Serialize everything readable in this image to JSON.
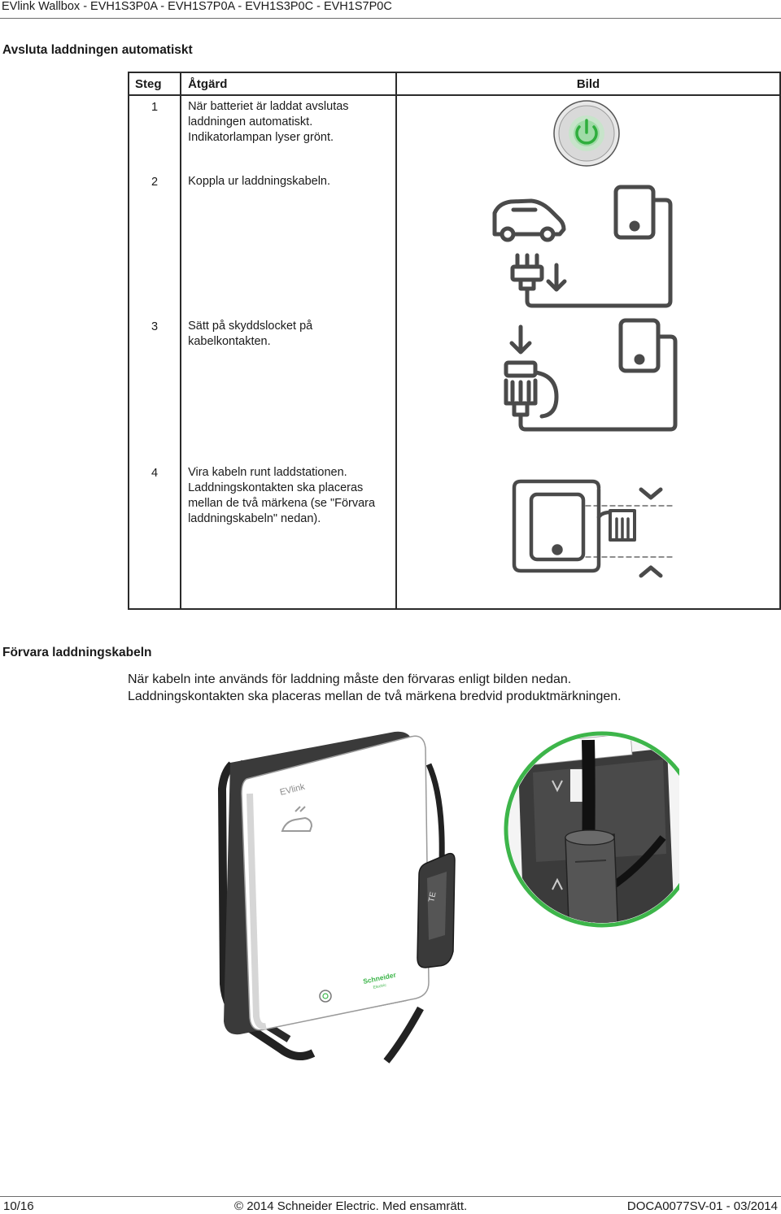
{
  "header": {
    "title": "EVlink Wallbox - EVH1S3P0A - EVH1S7P0A - EVH1S3P0C - EVH1S7P0C"
  },
  "section1": {
    "heading": "Avsluta laddningen automatiskt",
    "columns": [
      "Steg",
      "Åtgärd",
      "Bild"
    ],
    "steps": [
      {
        "num": "1",
        "lines": [
          "När batteriet är laddat avslutas",
          "laddningen automatiskt.",
          "Indikatorlampan lyser grönt."
        ]
      },
      {
        "num": "2",
        "lines": [
          "Koppla ur laddningskabeln."
        ]
      },
      {
        "num": "3",
        "lines": [
          "Sätt på skyddslocket på",
          "kabelkontakten."
        ]
      },
      {
        "num": "4",
        "lines": [
          "Vira kabeln runt laddstationen.",
          "Laddningskontakten ska placeras",
          "mellan de två märkena (se \"Förvara",
          "laddningskabeln\" nedan)."
        ]
      }
    ]
  },
  "section2": {
    "heading": "Förvara laddningskabeln",
    "lines": [
      "När kabeln inte används för laddning måste den förvaras enligt bilden nedan.",
      "Laddningskontakten ska placeras mellan de två märkena bredvid produktmärkningen."
    ],
    "photo": {
      "brand": "EVlink",
      "maker": "Schneider",
      "maker_sub": "Electric",
      "plug_text": "TE"
    }
  },
  "footer": {
    "page": "10/16",
    "copyright": "© 2014 Schneider Electric. Med ensamrätt.",
    "doc": "DOCA0077SV-01 - 03/2014"
  },
  "colors": {
    "accent_green": "#3db54a",
    "line_gray": "#4a4a4a"
  }
}
